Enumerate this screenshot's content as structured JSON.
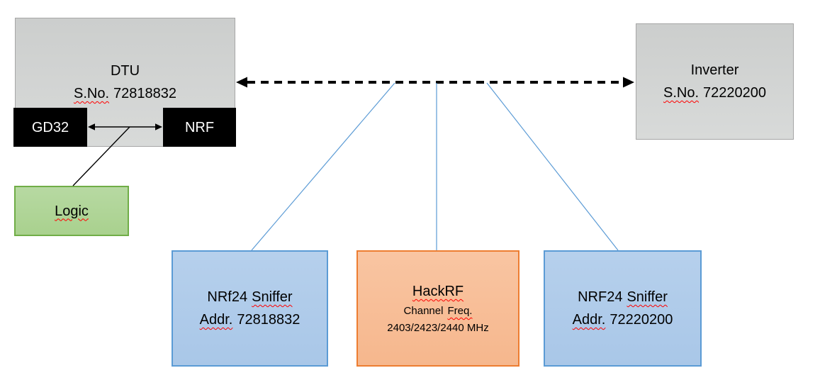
{
  "colors": {
    "background": "#ffffff",
    "gray_fill": "#cccecd",
    "gray_fill_light": "#d8dad9",
    "gray_border": "#a6a6a6",
    "black_fill": "#000000",
    "green_fill": "#a9d18e",
    "green_fill_light": "#b7d9a2",
    "green_border": "#70ad47",
    "blue_fill": "#a9c7e8",
    "blue_fill_light": "#b6d0ec",
    "blue_border": "#5b9bd5",
    "orange_fill": "#f6b78d",
    "orange_fill_light": "#f9c5a2",
    "orange_border": "#ed7d31",
    "connector_blue": "#5b9bd5",
    "line_black": "#000000",
    "squiggle_red": "#ff0000",
    "text_dark": "#000000",
    "text_light": "#ffffff"
  },
  "diagram": {
    "dtu": {
      "title": "DTU",
      "serial_label": "S.No.",
      "serial_number": "72818832"
    },
    "gd32": {
      "label": "GD32"
    },
    "nrf": {
      "label": "NRF"
    },
    "logic": {
      "label": "Logic"
    },
    "inverter": {
      "title": "Inverter",
      "serial_label": "S.No.",
      "serial_number": "72220200"
    },
    "sniffer_left": {
      "name": "NRf24",
      "type": "Sniffer",
      "addr_label": "Addr.",
      "addr_number": "72818832"
    },
    "hackrf": {
      "title": "HackRF",
      "subtitle_channel": "Channel",
      "subtitle_freq": "Freq.",
      "frequencies": "2403/2423/2440 MHz"
    },
    "sniffer_right": {
      "name": "NRF24",
      "type": "Sniffer",
      "addr_label": "Addr.",
      "addr_number": "72220200"
    }
  }
}
